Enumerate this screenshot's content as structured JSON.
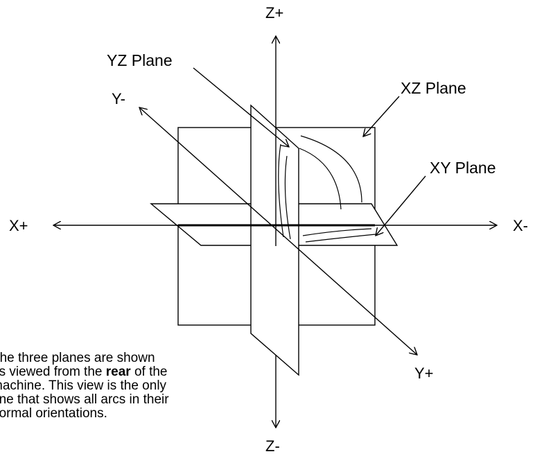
{
  "axes": {
    "z_plus": "Z+",
    "z_minus": "Z-",
    "x_plus": "X+",
    "x_minus": "X-",
    "y_plus": "Y+",
    "y_minus": "Y-"
  },
  "planes": {
    "yz": "YZ Plane",
    "xz": "XZ Plane",
    "xy": "XY Plane"
  },
  "caption": {
    "line1": "The three planes are shown",
    "line2_before": "as viewed from the ",
    "line2_bold": "rear",
    "line2_after": " of the",
    "line3": "machine.  This view is the only",
    "line4": "one that shows all arcs in their",
    "line5": "normal orientations."
  },
  "colors": {
    "stroke": "#000000",
    "background": "#ffffff"
  }
}
